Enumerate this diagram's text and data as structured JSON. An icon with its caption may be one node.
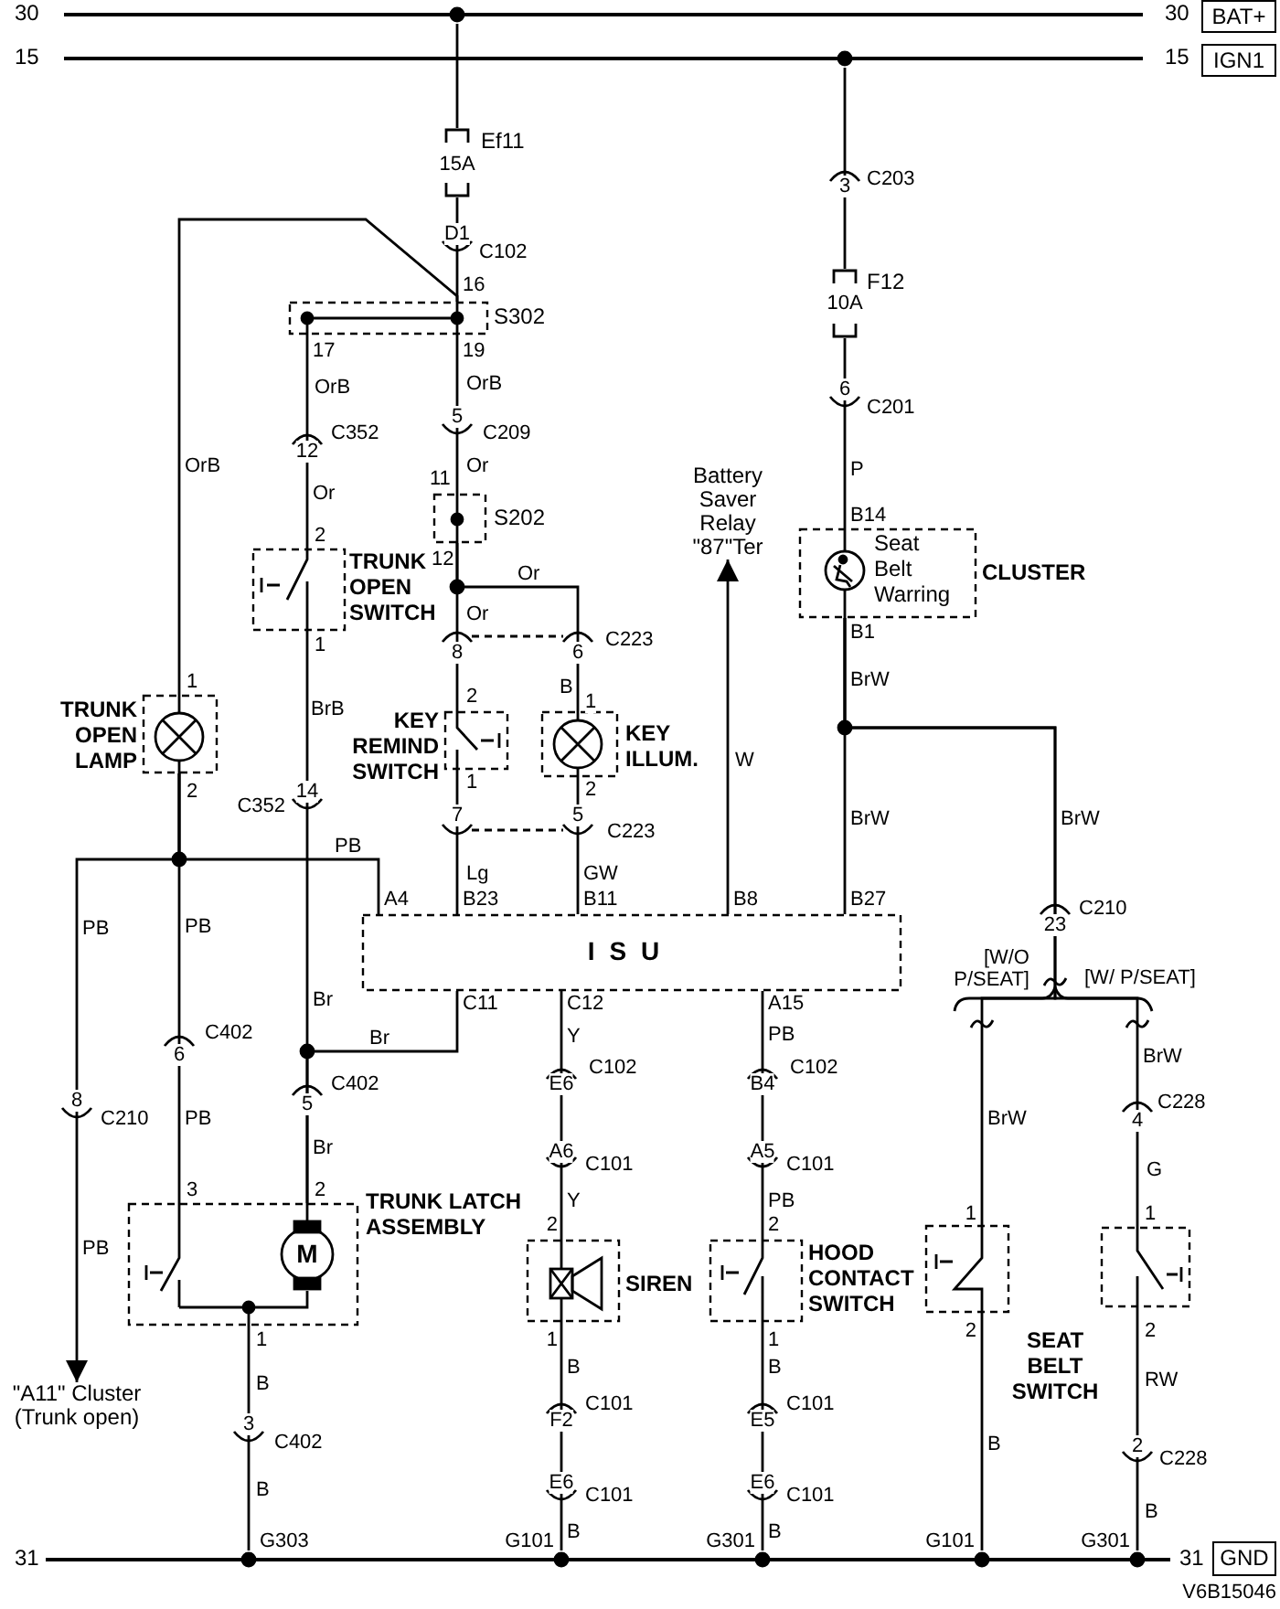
{
  "diagram": {
    "nodes": [
      {
        "text": [
          "BAT+"
        ]
      },
      {
        "text": [
          "IGN1"
        ]
      },
      {
        "text": [
          "GND"
        ]
      },
      {
        "text": [],
        "shape": "bar",
        "beside": [
          "30",
          "30"
        ]
      },
      {
        "text": [],
        "shape": "bar",
        "beside": [
          "15",
          "15"
        ]
      },
      {
        "text": [],
        "shape": "bar",
        "beside": [
          "31",
          "31"
        ]
      },
      {
        "text": [
          "15A"
        ],
        "beside": [
          "Ef11"
        ]
      },
      {
        "text": [
          "10A"
        ],
        "beside": [
          "F12"
        ]
      },
      {
        "text": [],
        "shape": "box",
        "beside": [
          "S302"
        ]
      },
      {
        "text": [],
        "shape": "box",
        "beside": [
          "S202"
        ]
      },
      {
        "text": [
          "TRUNK OPEN SWITCH"
        ]
      },
      {
        "text": [
          "Battery Saver Relay \"87\"Ter"
        ]
      },
      {
        "text": [
          "Seat Belt Warring",
          "CLUSTER"
        ]
      },
      {
        "text": [
          "TRUNK OPEN LAMP"
        ]
      },
      {
        "text": [
          "KEY REMIND SWITCH"
        ]
      },
      {
        "text": [
          "KEY ILLUM."
        ]
      },
      {
        "text": [
          "ISU"
        ]
      },
      {
        "text": [
          "TRUNK LATCH ASSEMBLY"
        ]
      },
      {
        "text": [
          "SIREN"
        ]
      },
      {
        "text": [
          "HOOD CONTACT SWITCH"
        ]
      },
      {
        "text": [
          "SEAT BELT SWITCH"
        ]
      },
      {
        "text": [],
        "shape": "box"
      },
      {
        "text": [
          "\"A11\" Cluster (Trunk open)"
        ]
      }
    ],
    "edges": [
      {
        "from": 3,
        "to": 6,
        "arrow": "none"
      },
      {
        "from": 6,
        "to": 8,
        "arrow": "none"
      },
      {
        "from": 4,
        "to": 7,
        "arrow": "none"
      },
      {
        "from": 7,
        "to": 12,
        "arrow": "none"
      },
      {
        "from": 8,
        "to": 13,
        "arrow": "none"
      },
      {
        "from": 8,
        "to": 10,
        "arrow": "none"
      },
      {
        "from": 8,
        "to": 9,
        "arrow": "none"
      },
      {
        "from": 9,
        "to": 14,
        "arrow": "none"
      },
      {
        "from": 9,
        "to": 15,
        "arrow": "none"
      },
      {
        "from": 10,
        "to": 17,
        "arrow": "none"
      },
      {
        "from": 16,
        "to": 17,
        "arrow": "none"
      },
      {
        "from": 13,
        "to": 16,
        "arrow": "none"
      },
      {
        "from": 13,
        "to": 17,
        "arrow": "none"
      },
      {
        "from": 13,
        "to": 22,
        "arrow": "to"
      },
      {
        "from": 14,
        "to": 16,
        "arrow": "none"
      },
      {
        "from": 15,
        "to": 16,
        "arrow": "none"
      },
      {
        "from": 16,
        "to": 11,
        "arrow": "to"
      },
      {
        "from": 12,
        "to": 16,
        "arrow": "none"
      },
      {
        "from": 12,
        "to": 20,
        "arrow": "none"
      },
      {
        "from": 12,
        "to": 21,
        "arrow": "none"
      },
      {
        "from": 16,
        "to": 18,
        "arrow": "none"
      },
      {
        "from": 16,
        "to": 19,
        "arrow": "none"
      },
      {
        "from": 17,
        "to": 5,
        "arrow": "none"
      },
      {
        "from": 18,
        "to": 5,
        "arrow": "none"
      },
      {
        "from": 19,
        "to": 5,
        "arrow": "none"
      },
      {
        "from": 20,
        "to": 5,
        "arrow": "none"
      },
      {
        "from": 21,
        "to": 5,
        "arrow": "none"
      }
    ],
    "labels": [
      "3",
      "C203",
      "D1",
      "C102",
      "16",
      "17",
      "19",
      "OrB",
      "OrB",
      "6",
      "5",
      "C201",
      "C352",
      "C209",
      "12",
      "OrB",
      "11",
      "Or",
      "P",
      "Or",
      "B14",
      "2",
      "12",
      "Or",
      "Or",
      "1",
      "8",
      "6",
      "C223",
      "B1",
      "1",
      "BrB",
      "2",
      "B",
      "1",
      "BrW",
      "W",
      "2",
      "C352",
      "14",
      "1",
      "2",
      "7",
      "5",
      "C223",
      "BrW",
      "BrW",
      "PB",
      "Lg",
      "GW",
      "PB",
      "PB",
      "A4",
      "B23",
      "B11",
      "B8",
      "B27",
      "23",
      "C210",
      "[W/O P/SEAT]",
      "[W/ P/SEAT]",
      "Br",
      "C11",
      "C12",
      "A15",
      "6",
      "C402",
      "Br",
      "Y",
      "PB",
      "BrW",
      "C402",
      "E6",
      "C102",
      "B4",
      "C102",
      "8",
      "C210",
      "PB",
      "5",
      "BrW",
      "4",
      "C228",
      "Br",
      "A6",
      "C101",
      "A5",
      "C101",
      "G",
      "3",
      "2",
      "Y",
      "PB",
      "2",
      "2",
      "1",
      "1",
      "PB",
      "M",
      "1",
      "1",
      "1",
      "2",
      "2",
      "B",
      "B",
      "B",
      "RW",
      "3",
      "F2",
      "C101",
      "E5",
      "C101",
      "C402",
      "B",
      "2",
      "C228",
      "B",
      "E6",
      "C101",
      "E6",
      "C101",
      "B",
      "B",
      "B",
      "G303",
      "G101",
      "G301",
      "G101",
      "G301",
      "V6B15046"
    ]
  }
}
